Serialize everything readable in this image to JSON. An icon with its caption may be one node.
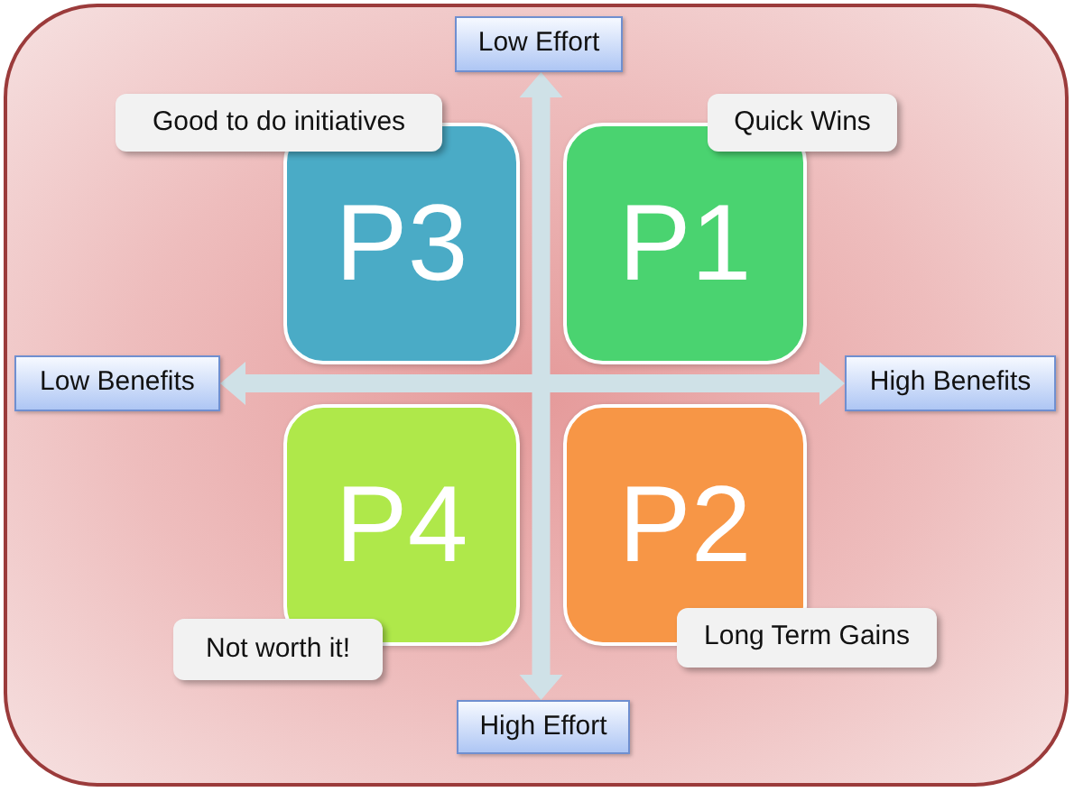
{
  "diagram": {
    "nodes": [
      {
        "text": [],
        "shape": "box"
      },
      {
        "text": [
          "Low Effort"
        ],
        "in": 0
      },
      {
        "text": [
          "Good to do initiatives"
        ],
        "in": 0
      },
      {
        "text": [
          "Quick Wins"
        ],
        "in": 0
      },
      {
        "text": [
          "P3"
        ],
        "in": 0
      },
      {
        "text": [
          "P1"
        ],
        "in": 0
      },
      {
        "text": [
          "Low Benefits"
        ],
        "in": 0
      },
      {
        "text": [
          "High Benefits"
        ],
        "in": 0
      },
      {
        "text": [
          "P4"
        ],
        "in": 0
      },
      {
        "text": [
          "P2"
        ],
        "in": 0
      },
      {
        "text": [
          "Not worth it!"
        ],
        "in": 0
      },
      {
        "text": [
          "Long Term Gains"
        ],
        "in": 0
      },
      {
        "text": [
          "High Effort"
        ],
        "in": 0
      }
    ],
    "edges": [
      {
        "from": 1,
        "to": 12,
        "arrow": "both"
      },
      {
        "from": 6,
        "to": 7,
        "arrow": "both"
      }
    ]
  }
}
